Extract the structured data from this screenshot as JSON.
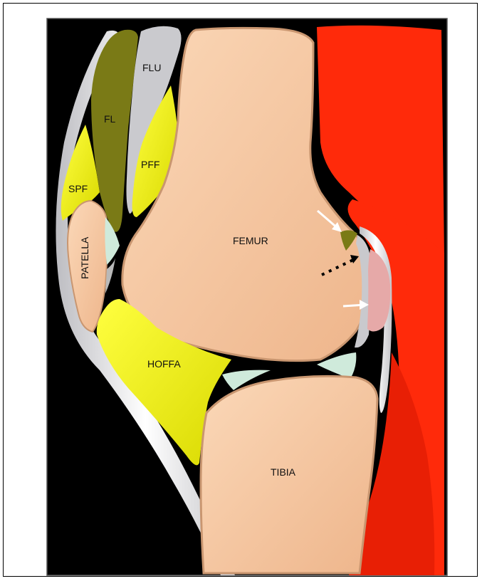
{
  "labels": {
    "flu": "FLU",
    "fl": "FL",
    "pff": "PFF",
    "spf": "SPF",
    "patella": "PATELLA",
    "femur": "FEMUR",
    "hoffa": "HOFFA",
    "tibia": "TIBIA"
  },
  "colors": {
    "bone": "#f7c9a2",
    "fat_yellow": "#f2f20e",
    "muscle_red": "#ff2a0a",
    "tendon_white": "#e8e8ea",
    "fl_olive": "#7a7a16",
    "flu_gray": "#c9c9cd",
    "meniscus_mint": "#cfeadb",
    "pink_pad": "#e6a9a8",
    "background": "#000000"
  }
}
